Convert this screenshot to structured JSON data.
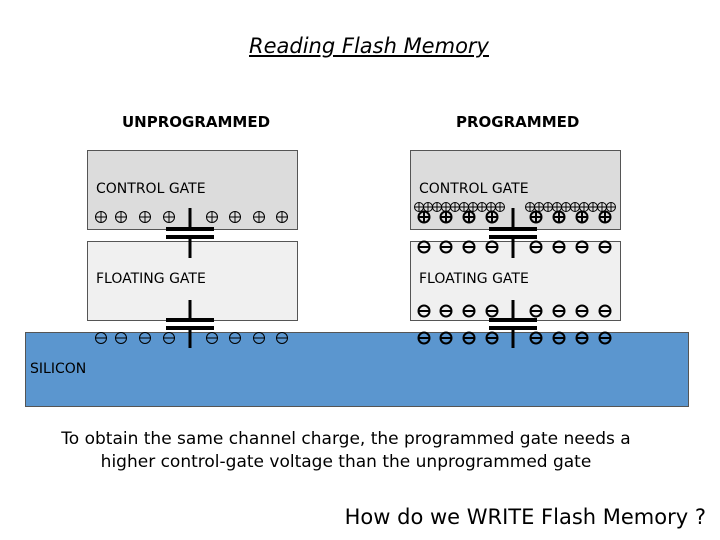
{
  "title": "Reading Flash Memory",
  "columns": {
    "unprogrammed": {
      "heading": "UNPROGRAMMED",
      "control_gate_label": "CONTROL GATE",
      "floating_gate_label": "FLOATING GATE"
    },
    "programmed": {
      "heading": "PROGRAMMED",
      "control_gate_label": "CONTROL GATE",
      "floating_gate_label": "FLOATING GATE"
    }
  },
  "silicon_label": "SILICON",
  "caption": {
    "line1": "To obtain the same channel charge, the programmed gate needs a",
    "line2": "higher control-gate voltage than the unprogrammed gate"
  },
  "question": "How do we WRITE Flash Memory ?",
  "colors": {
    "silicon": "#5b96cf",
    "control_gate": "#dcdcdc",
    "floating_gate": "#f0f0f0"
  },
  "icons": [
    "positive-charge-icon",
    "negative-charge-icon",
    "capacitor-icon"
  ]
}
